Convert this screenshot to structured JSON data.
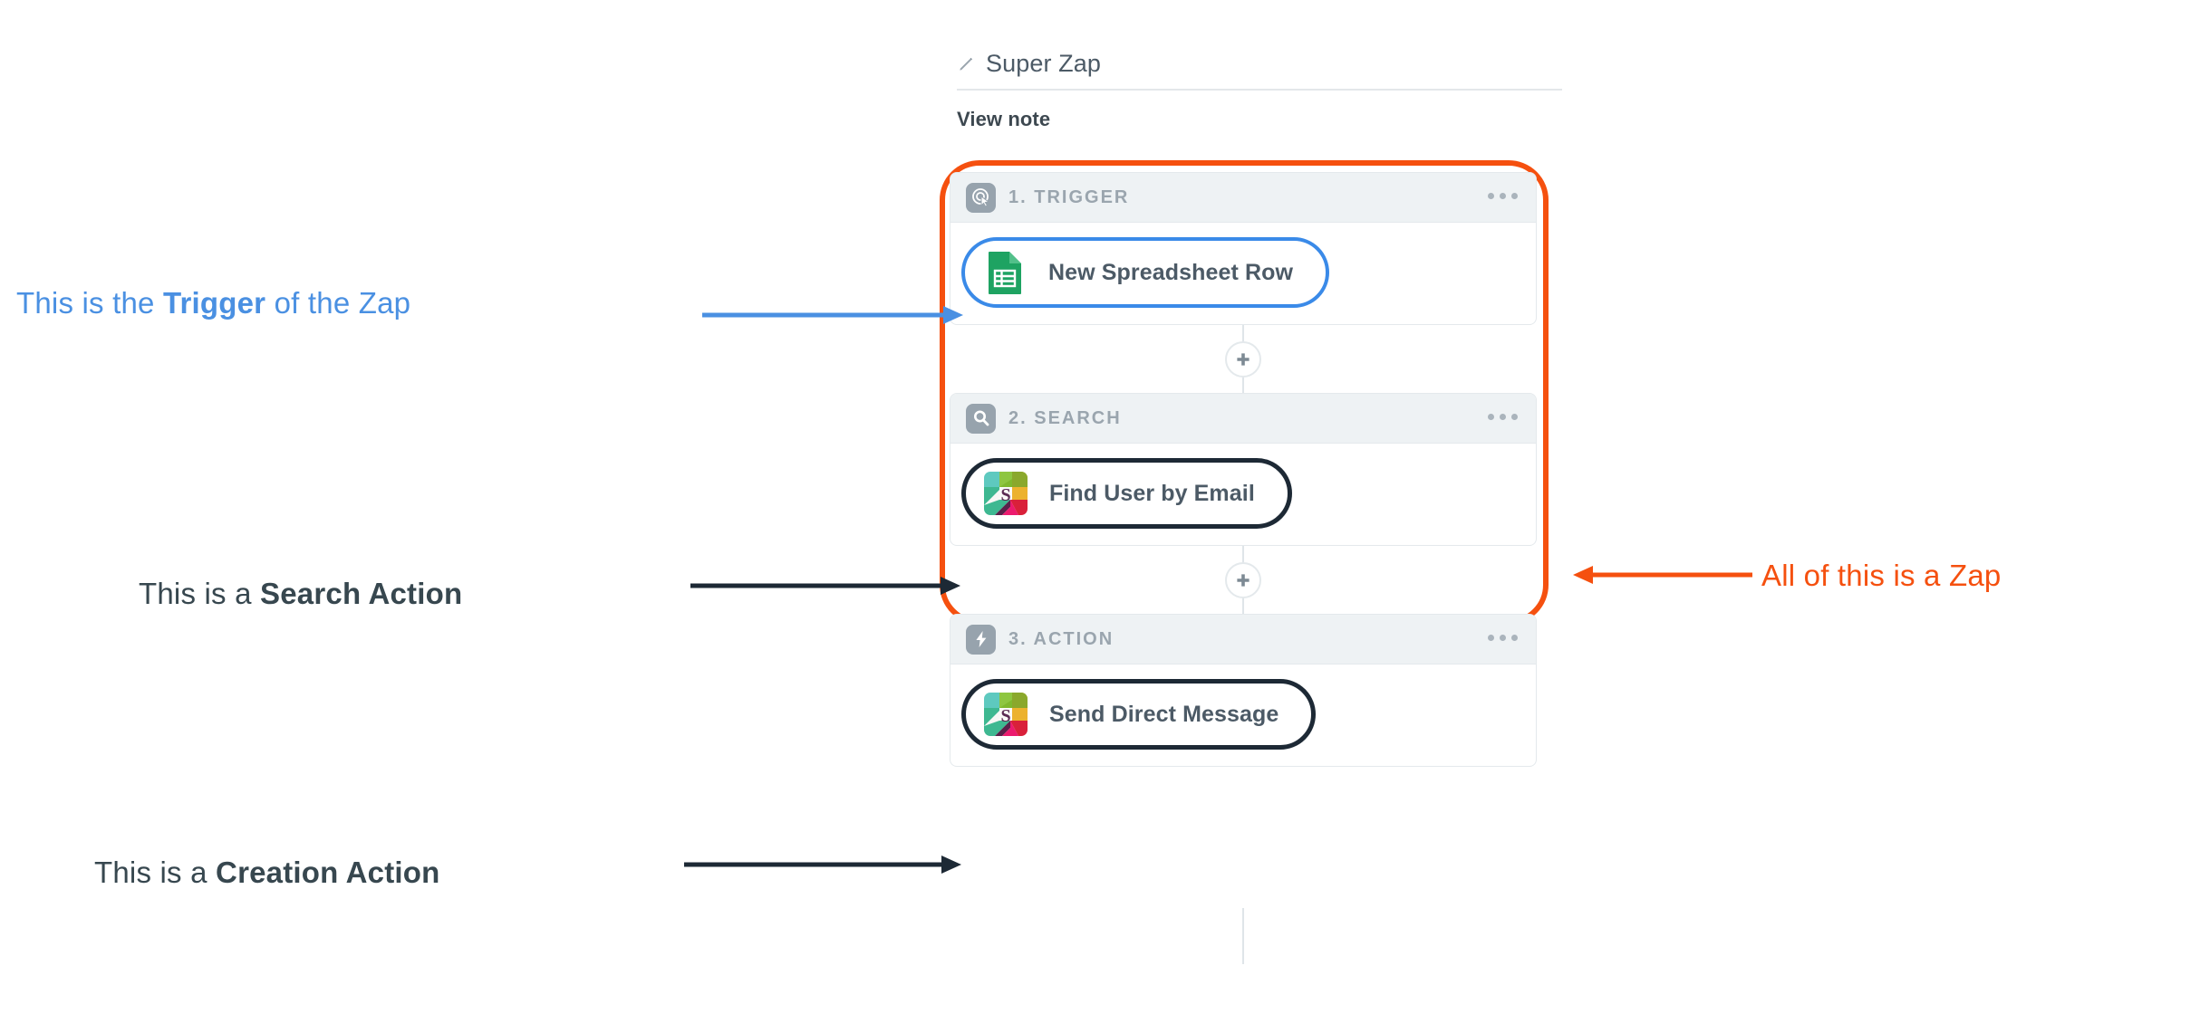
{
  "zap": {
    "title": "Super Zap",
    "pencil_icon": "pencil-icon",
    "view_note_label": "View note",
    "outline_color": "#f5500f"
  },
  "steps": [
    {
      "label": "1. TRIGGER",
      "type_icon": "target-cursor-icon",
      "menu_icon": "ellipsis-icon",
      "app_icon": "google-sheets-icon",
      "app_name": "New Spreadsheet Row",
      "highlight_color": "#3a8ae8"
    },
    {
      "label": "2. SEARCH",
      "type_icon": "magnifier-icon",
      "menu_icon": "ellipsis-icon",
      "app_icon": "slack-icon",
      "app_name": "Find User by Email",
      "highlight_color": "#1d2935"
    },
    {
      "label": "3. ACTION",
      "type_icon": "lightning-bolt-icon",
      "menu_icon": "ellipsis-icon",
      "app_icon": "slack-icon",
      "app_name": "Send Direct Message",
      "highlight_color": "#1d2935"
    }
  ],
  "connectors": [
    {
      "icon": "plus-icon"
    },
    {
      "icon": "plus-icon"
    }
  ],
  "annotations": [
    {
      "id": "trigger",
      "prefix": "This is the ",
      "emphasis": "Trigger",
      "suffix": " of the Zap",
      "color": "#4a90e2",
      "arrow": "arrow-right"
    },
    {
      "id": "search",
      "prefix": "This is a ",
      "emphasis": "Search Action",
      "suffix": "",
      "color": "#37474f",
      "arrow": "arrow-right"
    },
    {
      "id": "creation",
      "prefix": "This is a ",
      "emphasis": "Creation Action",
      "suffix": "",
      "color": "#37474f",
      "arrow": "arrow-right"
    },
    {
      "id": "zap",
      "prefix": "",
      "emphasis": "",
      "suffix": "All of this is a Zap",
      "color": "#f5500f",
      "arrow": "arrow-left"
    }
  ]
}
